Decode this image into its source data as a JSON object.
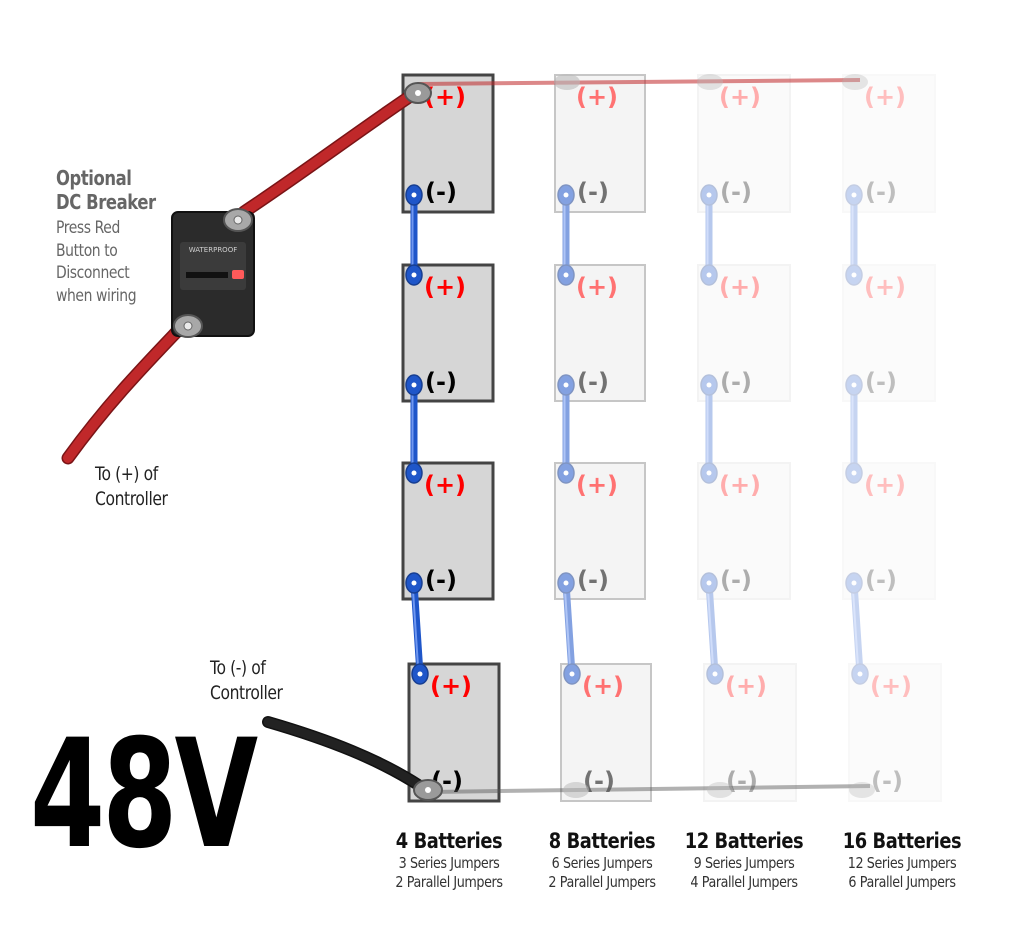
{
  "voltage_label": "48V",
  "breaker": {
    "title_line1": "Optional",
    "title_line2": "DC Breaker",
    "desc_lines": [
      "Press Red",
      "Button to",
      "Disconnect",
      "when wiring"
    ],
    "device_text": "WATERPROOF"
  },
  "controller_labels": {
    "positive": [
      "To (+) of",
      "Controller"
    ],
    "negative": [
      "To (-) of",
      "Controller"
    ]
  },
  "terminal_labels": {
    "positive": "(+)",
    "negative": "(-)"
  },
  "columns": [
    {
      "title": "4 Batteries",
      "series": "3 Series Jumpers",
      "parallel": "2 Parallel Jumpers"
    },
    {
      "title": "8 Batteries",
      "series": "6 Series Jumpers",
      "parallel": "2 Parallel Jumpers"
    },
    {
      "title": "12 Batteries",
      "series": "9 Series Jumpers",
      "parallel": "4 Parallel Jumpers"
    },
    {
      "title": "16 Batteries",
      "series": "12 Series Jumpers",
      "parallel": "6 Parallel Jumpers"
    }
  ],
  "colors": {
    "positive_terminal": "#ff0000",
    "negative_terminal": "#000000",
    "series_jumper": "#1f56c9",
    "positive_cable": "#c0282a",
    "negative_cable": "#222222"
  }
}
